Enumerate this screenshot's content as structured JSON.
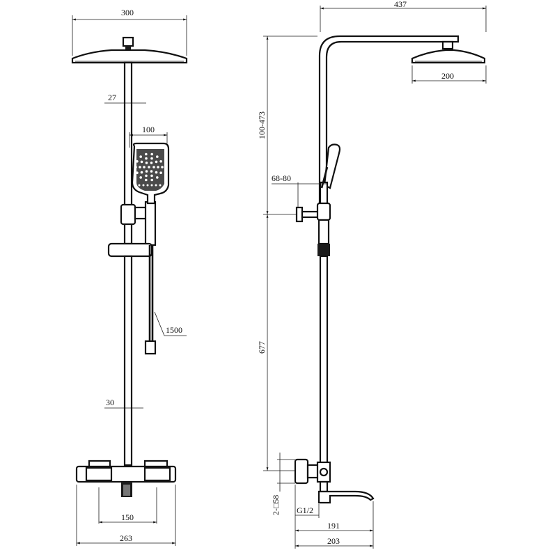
{
  "front_view": {
    "shower_head_width": "300",
    "pipe_offset": "27",
    "handshower_width": "100",
    "hose_length": "1500",
    "rail_offset": "30",
    "inlet_spacing": "150",
    "valve_width": "263"
  },
  "side_view": {
    "projection": "437",
    "head_width": "200",
    "height_range": "100-473",
    "holder_range": "68-80",
    "lower_height": "677",
    "inlet_spec": "2-□58",
    "thread": "G1/2",
    "spout_reach": "191",
    "total_depth": "203"
  },
  "colors": {
    "line": "#1a1a1a",
    "background": "#ffffff"
  }
}
